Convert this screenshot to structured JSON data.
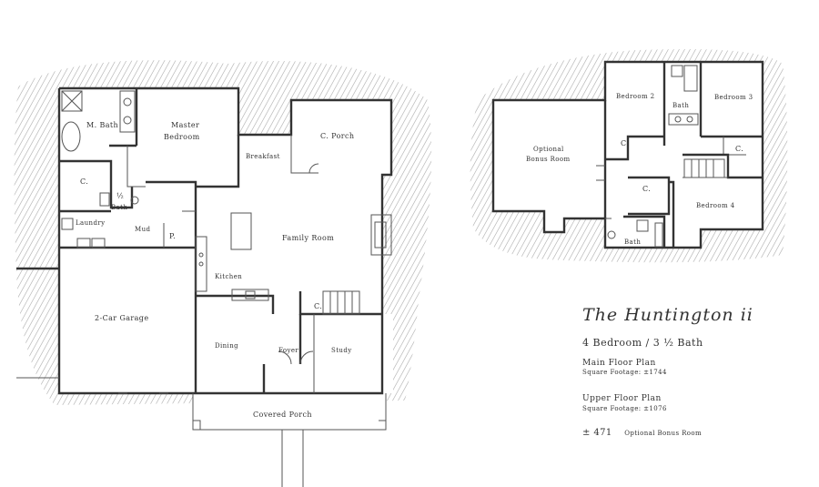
{
  "title": "The Huntington ii",
  "bed_bath": "4 Bedroom / 3 ½ Bath",
  "main_floor": {
    "title": "Main Floor Plan",
    "sqft": "Square Footage: ±1744"
  },
  "upper_floor": {
    "title": "Upper Floor Plan",
    "sqft": "Square Footage: ±1076"
  },
  "bonus": {
    "value": "± 471",
    "label": "Optional Bonus Room"
  },
  "rooms": {
    "m_bath": "M. Bath",
    "master_bedroom_1": "Master",
    "master_bedroom_2": "Bedroom",
    "breakfast": "Breakfast",
    "c_porch": "C. Porch",
    "closet": "C.",
    "half_bath_1": "½",
    "half_bath_2": "Bath",
    "laundry": "Laundry",
    "mud": "Mud",
    "pantry": "P.",
    "family_room": "Family Room",
    "kitchen": "Kitchen",
    "garage": "2-Car Garage",
    "dining": "Dining",
    "foyer": "Foyer",
    "study": "Study",
    "covered_porch": "Covered Porch",
    "bonus_room_1": "Optional",
    "bonus_room_2": "Bonus Room",
    "bedroom_2": "Bedroom 2",
    "bedroom_3": "Bedroom 3",
    "bedroom_4": "Bedroom 4",
    "bath": "Bath"
  }
}
